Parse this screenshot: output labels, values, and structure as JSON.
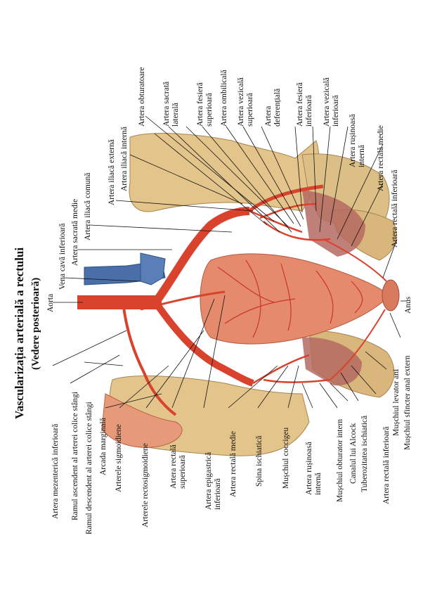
{
  "title": "Vascularizația arterială a rectului",
  "subtitle": "(Vedere posterioară)",
  "labels": {
    "aorta": "Aorta",
    "vena_cava": "Vena cavă inferioară",
    "art_sacrata_medie": "Artera sacrată medie",
    "art_iliaca_comuna": "Artera iliacă comună",
    "art_iliaca_externa": "Artera iliacă externă",
    "art_iliaca_interna": "Artera iliacă internă",
    "art_obturatoare": "Artera obturatoare",
    "art_sacrata_laterala_1": "Artera sacrată",
    "art_sacrata_laterala_2": "laterală",
    "art_fesiera_sup_1": "Artera fesieră",
    "art_fesiera_sup_2": "superioară",
    "art_ombilicala": "Artera ombilicală",
    "art_vezicala_sup_1": "Artera vezicală",
    "art_vezicala_sup_2": "superioară",
    "art_deferentiala_1": "Artera",
    "art_deferentiala_2": "deferențială",
    "art_fesiera_inf_1": "Artera fesieră",
    "art_fesiera_inf_2": "inferioară",
    "art_vezicala_inf_1": "Artera vezicală",
    "art_vezicala_inf_2": "inferioară",
    "art_rusinoasa_int_r_1": "Artera rușinoasă",
    "art_rusinoasa_int_r_2": "internă",
    "art_rectala_medie_r": "Artera rectală medie",
    "art_rectala_inf_r": "Artera rectală inferioară",
    "anus": "Anus",
    "ms_sfincter": "Mușchiul sfincter anal extern",
    "ms_levator": "Mușchiul levator ani",
    "art_rectala_inf_l": "Artera rectală inferioară",
    "tuberozitate": "Tuberozitatea ischiatică",
    "canal_alcock": "Canalul lui Alcock",
    "ms_obturator": "Mușchiul obturator intern",
    "art_rusinoasa_int_l_1": "Artera rușinoasă",
    "art_rusinoasa_int_l_2": "internă",
    "ms_coccigeu": "Mușchiul coccigeu",
    "spina": "Spina ischiatică",
    "art_rectala_medie_l": "Artera rectală medie",
    "art_epigastrica_1": "Artera epigastrică",
    "art_epigastrica_2": "inferioară",
    "art_rectala_sup_1": "Artera rectală",
    "art_rectala_sup_2": "superioară",
    "art_rectosigmoidiene": "Arterele rectosigmoidiene",
    "art_sigmoidiene": "Arterele sigmoidiene",
    "arcada_marginala": "Arcada marginală",
    "ram_descendent": "Ramul descendent al arterei colice stângi",
    "ram_ascendent": "Ramul ascendent al arterei colice stângi",
    "art_mezenterica": "Artera mezenterică inferioară"
  },
  "colors": {
    "artery": "#d9432e",
    "vein": "#4a6fa8",
    "bone": "#e3c48a",
    "rectum": "#e58a6c",
    "muscle": "#b46a62"
  }
}
